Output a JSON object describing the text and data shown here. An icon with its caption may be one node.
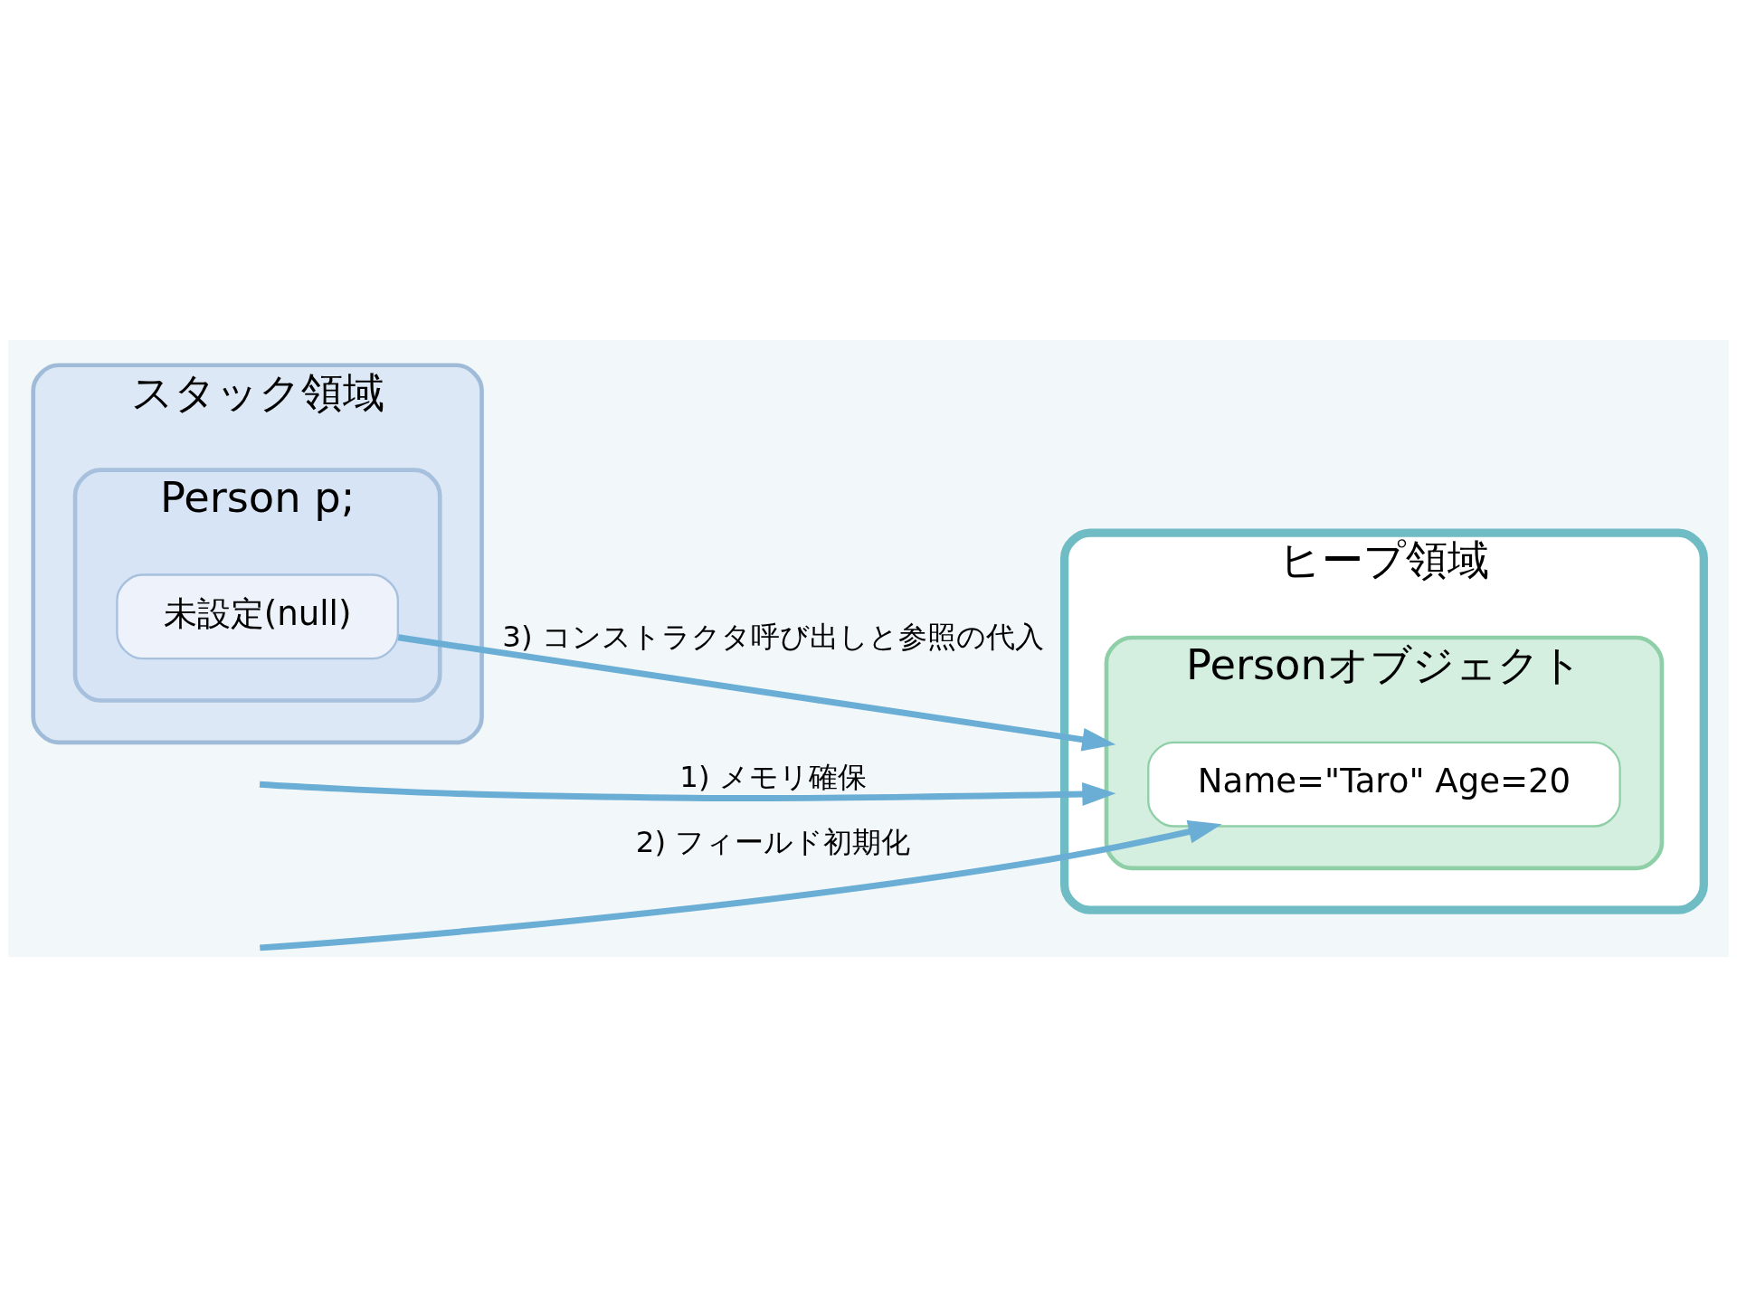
{
  "diagram": {
    "nodes": [
      {
        "text": [
          "スタック領域"
        ]
      },
      {
        "text": [
          "Person p;"
        ],
        "in": 0
      },
      {
        "text": [
          "未設定(null)"
        ],
        "in": 1
      },
      {
        "text": [
          "ヒープ領域"
        ]
      },
      {
        "text": [
          "Personオブジェクト"
        ],
        "in": 3
      },
      {
        "text": [
          "Name=\"Taro\" Age=20"
        ],
        "in": 4
      }
    ],
    "edges": [
      {
        "from": null,
        "to": 4,
        "arrow": "to",
        "label": "1) メモリ確保"
      },
      {
        "from": null,
        "to": 5,
        "arrow": "to",
        "label": "2) フィールド初期化"
      },
      {
        "from": 2,
        "to": 4,
        "arrow": "to",
        "label": "3) コンストラクタ呼び出しと参照の代入"
      }
    ]
  }
}
